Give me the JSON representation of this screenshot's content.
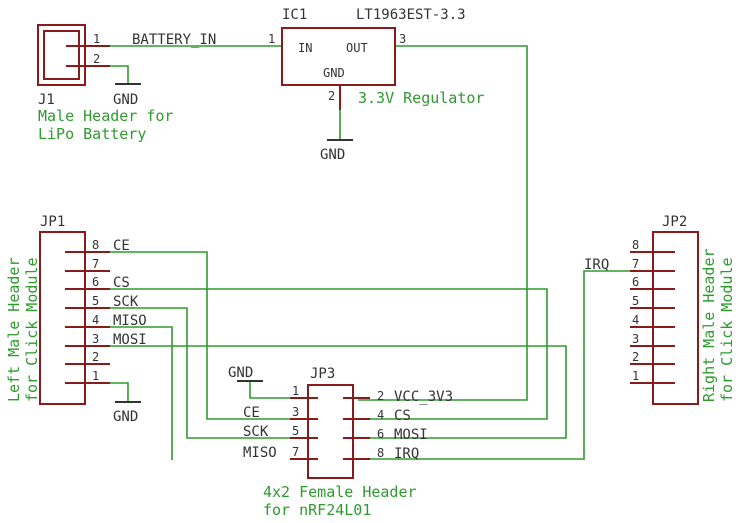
{
  "j1": {
    "name": "J1",
    "desc1": "Male Header for",
    "desc2": "LiPo Battery",
    "pins": [
      "1",
      "2"
    ],
    "net": "BATTERY_IN",
    "gnd": "GND"
  },
  "ic1": {
    "name": "IC1",
    "value": "LT1963EST-3.3",
    "in_label": "IN",
    "out_label": "OUT",
    "gnd_label": "GND",
    "pin_in": "1",
    "pin_out": "3",
    "pin_gnd": "2",
    "desc": "3.3V Regulator",
    "gnd": "GND"
  },
  "jp1": {
    "name": "JP1",
    "desc1": "Left Male Header",
    "desc2": "for Click Module",
    "pins": [
      {
        "num": "8",
        "label": "CE"
      },
      {
        "num": "7",
        "label": ""
      },
      {
        "num": "6",
        "label": "CS"
      },
      {
        "num": "5",
        "label": "SCK"
      },
      {
        "num": "4",
        "label": "MISO"
      },
      {
        "num": "3",
        "label": "MOSI"
      },
      {
        "num": "2",
        "label": ""
      },
      {
        "num": "1",
        "label": ""
      }
    ],
    "gnd": "GND"
  },
  "jp2": {
    "name": "JP2",
    "desc1": "Right Male Header",
    "desc2": "for Click Module",
    "pins": [
      "8",
      "7",
      "6",
      "5",
      "4",
      "3",
      "2",
      "1"
    ],
    "irq": "IRQ"
  },
  "jp3": {
    "name": "JP3",
    "desc1": "4x2 Female Header",
    "desc2": "for nRF24L01",
    "left": [
      {
        "num": "1",
        "label": "GND"
      },
      {
        "num": "3",
        "label": "CE"
      },
      {
        "num": "5",
        "label": "SCK"
      },
      {
        "num": "7",
        "label": "MISO"
      }
    ],
    "right": [
      {
        "num": "2",
        "label": "VCC_3V3"
      },
      {
        "num": "4",
        "label": "CS"
      },
      {
        "num": "6",
        "label": "MOSI"
      },
      {
        "num": "8",
        "label": "IRQ"
      }
    ]
  }
}
